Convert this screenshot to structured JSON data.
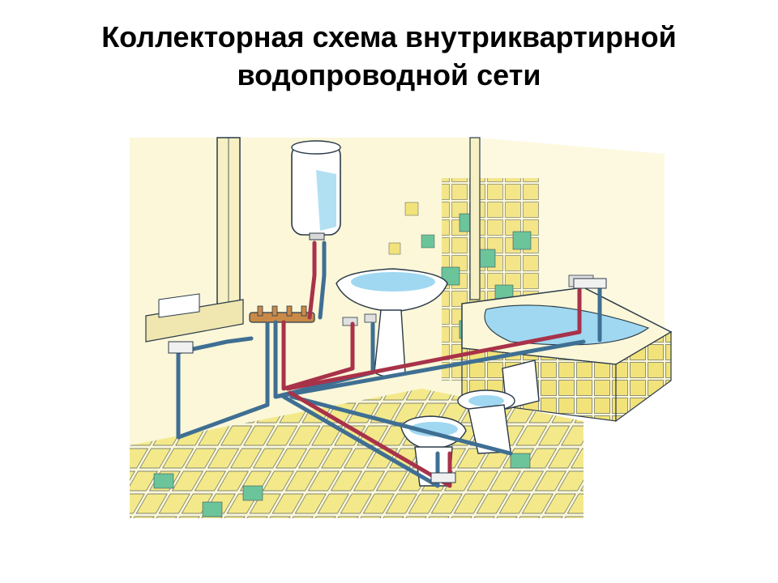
{
  "slide": {
    "title_line1": "Коллекторная схема внутриквартирной",
    "title_line2": "водопроводной сети"
  },
  "illustration": {
    "subject": "bathroom plumbing collector scheme",
    "colors": {
      "hot_pipe": "#a8324a",
      "cold_pipe": "#3f6f93",
      "water": "#9fd8f0",
      "tile_yellow": "#f2e27a",
      "tile_green": "#6cc49a",
      "wall": "#fbf7d8",
      "outline": "#2a3a4a"
    }
  }
}
